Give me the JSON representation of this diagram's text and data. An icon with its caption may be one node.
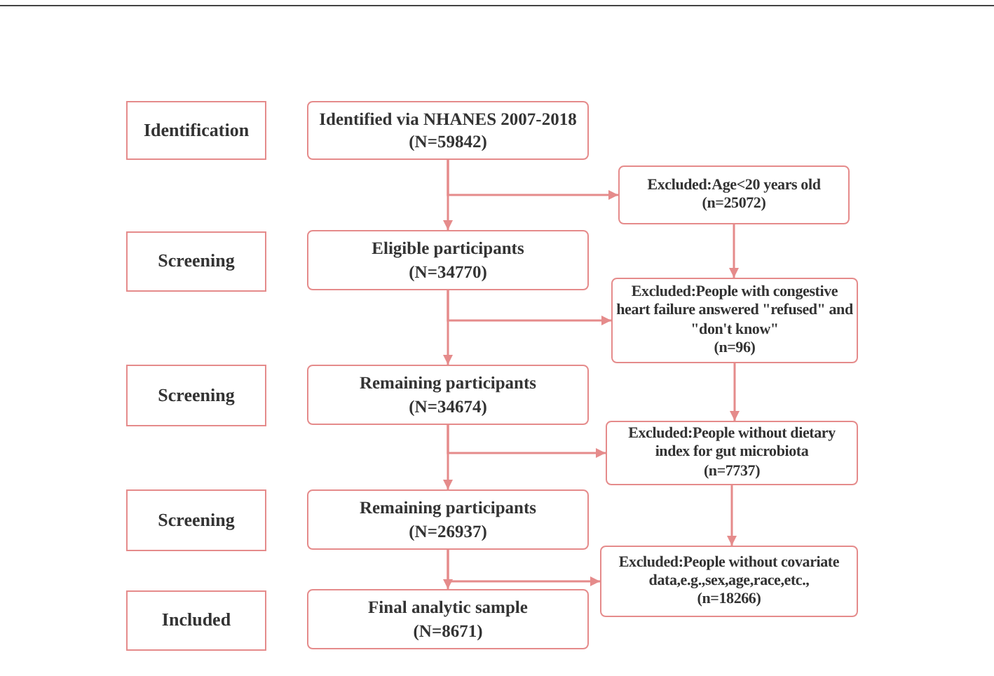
{
  "diagram": {
    "nodes": [
      {
        "text": [
          "Identification"
        ]
      },
      {
        "text": [
          "Identified via NHANES 2007-2018",
          "(N=59842)"
        ]
      },
      {
        "text": [
          "Excluded:Age<20 years old",
          "(n=25072)"
        ]
      },
      {
        "text": [
          "Screening"
        ]
      },
      {
        "text": [
          "Eligible participants",
          "(N=34770)"
        ]
      },
      {
        "text": [
          "Excluded:People with congestive heart failure answered \"refused\" and \"don't know\"",
          "(n=96)"
        ]
      },
      {
        "text": [
          "Screening"
        ]
      },
      {
        "text": [
          "Remaining participants",
          "(N=34674)"
        ]
      },
      {
        "text": [
          "Excluded:People without dietary index for gut microbiota",
          "(n=7737)"
        ]
      },
      {
        "text": [
          "Screening"
        ]
      },
      {
        "text": [
          "Remaining participants",
          "(N=26937)"
        ]
      },
      {
        "text": [
          "Excluded:People without covariate data,e.g.,sex,age,race,etc.,",
          "(n=18266)"
        ]
      },
      {
        "text": [
          "Included"
        ]
      },
      {
        "text": [
          "Final analytic sample",
          "(N=8671)"
        ]
      }
    ],
    "edges": [
      {
        "from": 1,
        "to": 4,
        "arrow": "to"
      },
      {
        "from": 1,
        "to": 2,
        "arrow": "to"
      },
      {
        "from": 2,
        "to": 5,
        "arrow": "to"
      },
      {
        "from": 4,
        "to": 7,
        "arrow": "to"
      },
      {
        "from": 4,
        "to": 5,
        "arrow": "to"
      },
      {
        "from": 5,
        "to": 8,
        "arrow": "to"
      },
      {
        "from": 7,
        "to": 10,
        "arrow": "to"
      },
      {
        "from": 7,
        "to": 8,
        "arrow": "to"
      },
      {
        "from": 8,
        "to": 11,
        "arrow": "to"
      },
      {
        "from": 10,
        "to": 13,
        "arrow": "to"
      },
      {
        "from": 10,
        "to": 11,
        "arrow": "to"
      }
    ]
  }
}
